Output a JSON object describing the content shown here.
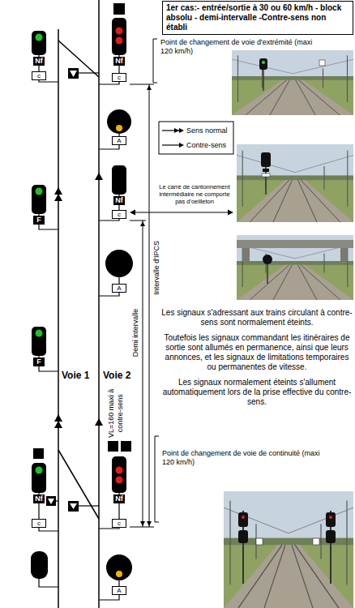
{
  "diagram": {
    "title": "1er cas:- entrée/sortie à 30 ou 60 km/h - block absolu - demi-intervalle -Contre-sens non établi",
    "nodes": [
      {
        "text": [
          "Nf"
        ]
      },
      {
        "text": [
          "Nf"
        ]
      },
      {
        "text": [
          "c"
        ]
      },
      {
        "text": [
          "c"
        ]
      },
      {
        "text": [
          "A"
        ]
      },
      {
        "text": [
          "Nf"
        ]
      },
      {
        "text": [
          "c"
        ]
      },
      {
        "text": [
          "F"
        ]
      },
      {
        "text": [
          "A"
        ]
      },
      {
        "text": [
          "F"
        ]
      },
      {
        "text": [
          "Nf"
        ]
      },
      {
        "text": [
          "Nf"
        ]
      },
      {
        "text": [
          "c"
        ]
      },
      {
        "text": [
          "c"
        ]
      },
      {
        "text": [
          "A"
        ]
      }
    ],
    "labels": [
      "Point de changement de voie d'extrémité (maxi 120 km/h)",
      "Le carré de cantonnement intermédiaire ne comporte pas d'oeilleton",
      "Demi intervalle",
      "Intervalle d'IPCS",
      "Les signaux s'adressant aux trains circulant à contre-sens sont normalement éteints.",
      "Toutefois les signaux commandant les itinéraires de sortie sont allumés en permanence, ainsi que leurs annonces, et les signaux de limitations temporaires ou permanentes de vitesse.",
      "Les signaux normalement éteints s'allument automatiquement lors de la prise effective du contre-sens.",
      "Voie 1",
      "Voie 2",
      "VL=160 maxi à contre-sens",
      "Point de changement de voie de continuité (maxi 120 km/h)"
    ],
    "legend": [
      {
        "text": "Sens normal"
      },
      {
        "text": "Contre-sens"
      }
    ]
  }
}
